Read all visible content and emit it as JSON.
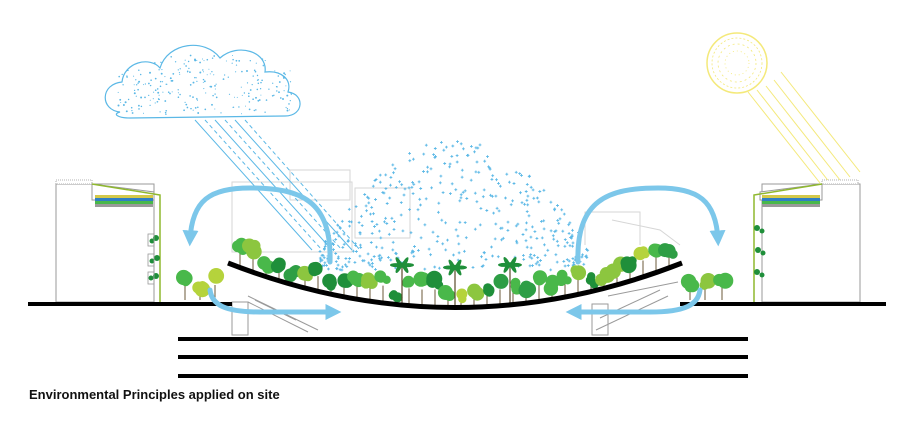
{
  "caption": "Environmental Principles applied on site",
  "elements": {
    "cloud": "rain-cloud-icon",
    "sun": "sun-icon",
    "left_building": "building-with-green-roof",
    "right_building": "building-with-green-roof",
    "park": "sunken-park-with-trees",
    "airflow": "airflow-arrows",
    "underground": "underground-tunnel-levels"
  },
  "colors": {
    "water_blue": "#5bb8e6",
    "arrow_blue": "#7cc7ea",
    "sun_yellow": "#f4e97a",
    "tree_dark": "#1f8f3a",
    "tree_mid": "#49b84a",
    "tree_light": "#b5d33c",
    "ground": "#000000",
    "outline": "#9a9a9a"
  }
}
